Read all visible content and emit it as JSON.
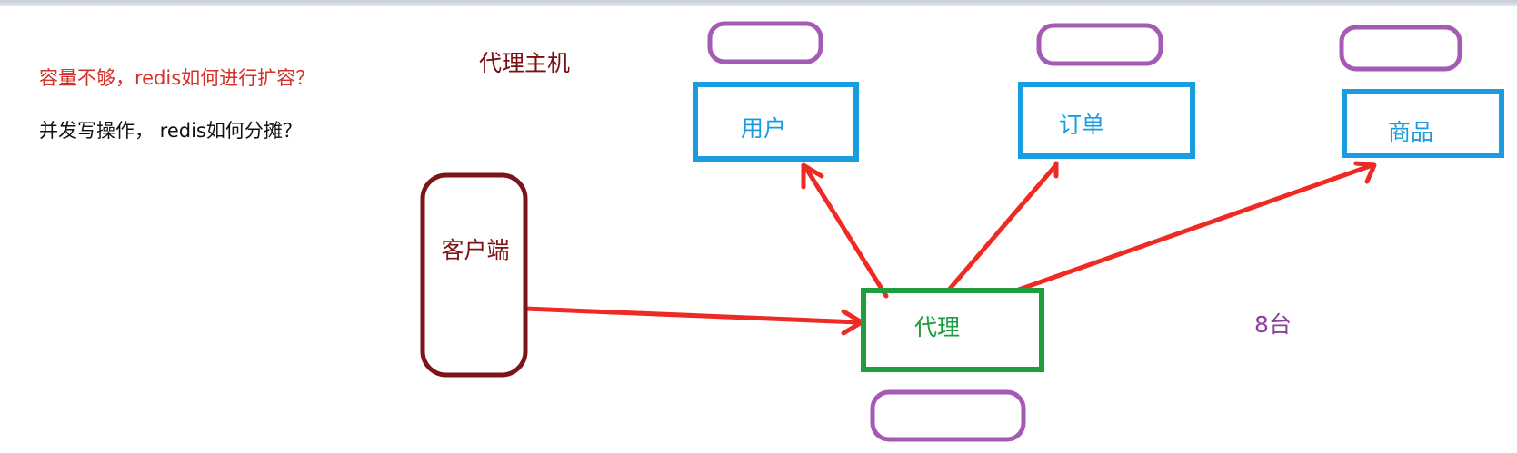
{
  "notes": {
    "capacity_question": "容量不够，redis如何进行扩容？",
    "write_question": "并发写操作， redis如何分摊？"
  },
  "labels": {
    "proxy_host_title": "代理主机",
    "server_count": "8台"
  },
  "nodes": {
    "client": "客户端",
    "proxy": "代理",
    "user": "用户",
    "order": "订单",
    "product": "商品"
  },
  "colors": {
    "client_border": "#7b1518",
    "service_border": "#1a9de0",
    "service_text": "#1a9de0",
    "proxy_border": "#1e9e3e",
    "proxy_text": "#1e9e3e",
    "slave_border": "#a45bb4",
    "arrow": "#ee2a24",
    "capacity_text": "#d2322b"
  }
}
